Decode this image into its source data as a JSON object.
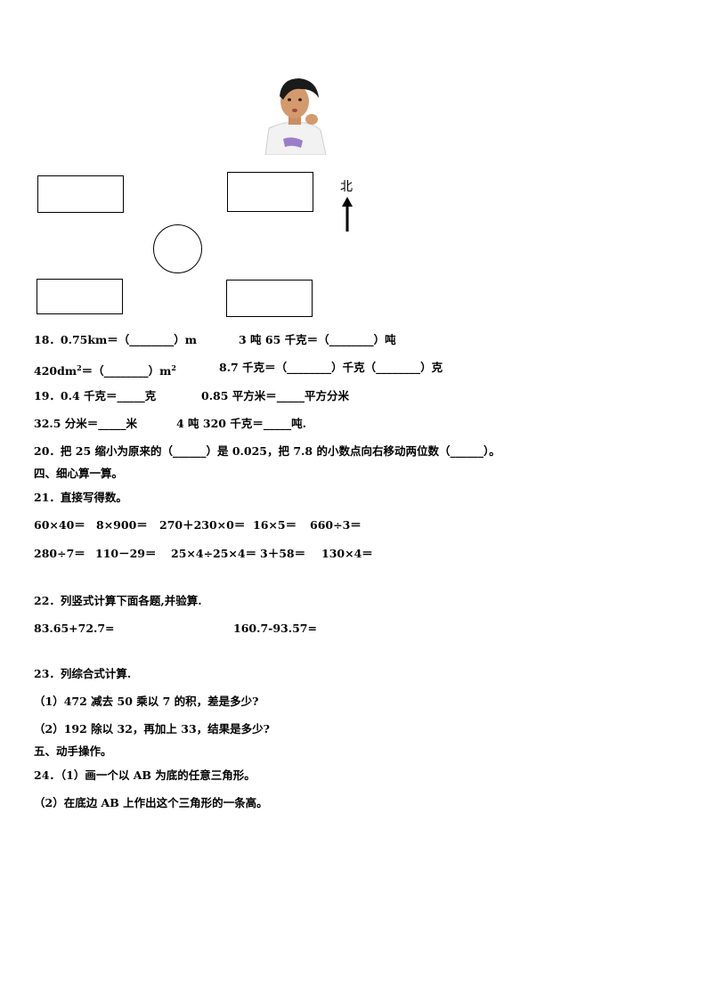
{
  "figure": {
    "north_label": "北"
  },
  "q18": {
    "line1_a": "18．0.75km＝（________）m",
    "line1_b": "3 吨 65 千克＝（________）吨",
    "line2_a_prefix": "420dm",
    "line2_a_sup1": "2",
    "line2_a_mid": "＝（________）m",
    "line2_a_sup2": "2",
    "line2_b": "8.7 千克＝（________）千克（________）克"
  },
  "q19": {
    "line1_a": "19．0.4 千克＝_____克",
    "line1_b": "0.85 平方米＝_____平方分米",
    "line2_a": "32.5 分米＝_____米",
    "line2_b": "4 吨 320 千克＝_____吨."
  },
  "q20": {
    "text": "20．把 25 缩小为原来的（______）是 0.025，把 7.8 的小数点向右移动两位数（______）。"
  },
  "section4": {
    "title": "四、细心算一算。"
  },
  "q21": {
    "title": "21．直接写得数。",
    "row1": [
      "60×40＝",
      "8×900＝",
      "270＋230×0＝",
      "16×5＝",
      "660÷3＝"
    ],
    "row2": [
      "280÷7＝",
      "110－29＝",
      "25×4÷25×4＝",
      "3＋58＝",
      "130×4＝"
    ]
  },
  "q22": {
    "title": "22．列竖式计算下面各题,并验算.",
    "expr1": "83.65+72.7=",
    "expr2": "160.7-93.57="
  },
  "q23": {
    "title": "23．列综合式计算.",
    "sub1": "（1）472 减去 50 乘以 7 的积，差是多少?",
    "sub2": "（2）192 除以 32，再加上 33，结果是多少?"
  },
  "section5": {
    "title": "五、动手操作。"
  },
  "q24": {
    "sub1": "24．（1）画一个以 AB 为底的任意三角形。",
    "sub2": "（2）在底边 AB 上作出这个三角形的一条高。"
  }
}
